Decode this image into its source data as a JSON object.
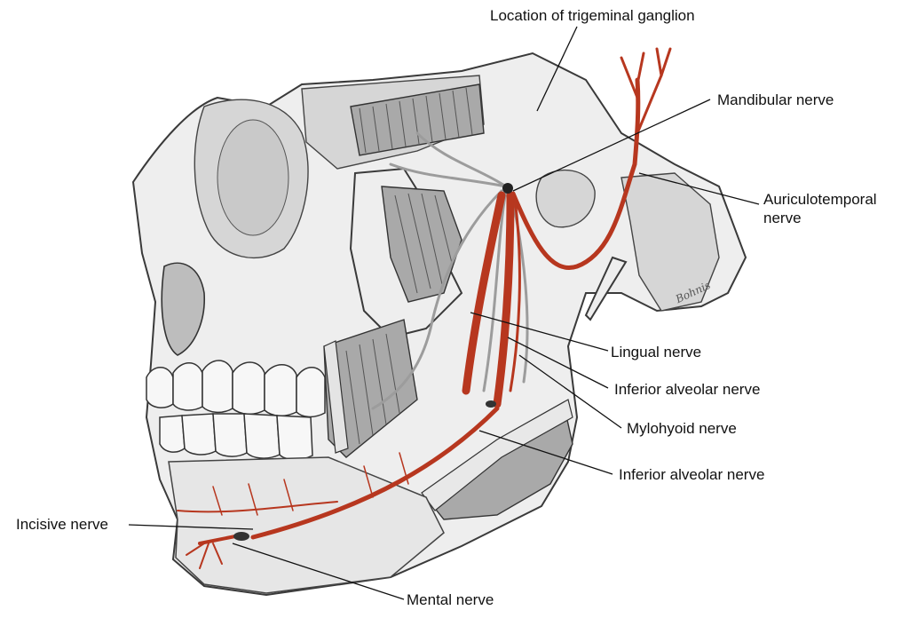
{
  "labels": {
    "trigeminal_ganglion": "Location of trigeminal ganglion",
    "mandibular": "Mandibular nerve",
    "auriculotemporal_line1": "Auriculotemporal",
    "auriculotemporal_line2": "nerve",
    "lingual": "Lingual nerve",
    "inferior_alveolar_upper": "Inferior alveolar nerve",
    "mylohyoid": "Mylohyoid nerve",
    "inferior_alveolar_lower": "Inferior alveolar nerve",
    "incisive": "Incisive nerve",
    "mental": "Mental nerve"
  },
  "colors": {
    "nerve": "#b7371f",
    "bone": "#eeeeee",
    "muscle": "#a9a9a9"
  }
}
